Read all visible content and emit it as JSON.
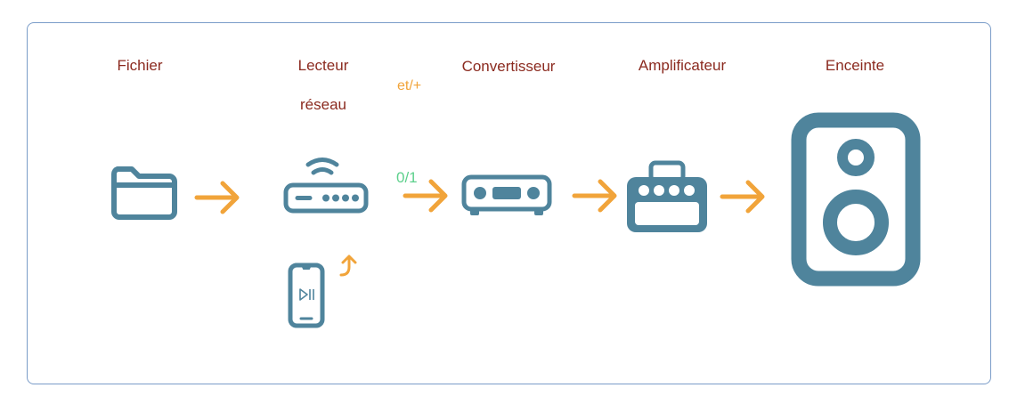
{
  "colors": {
    "device": "#4f849c",
    "arrow": "#f1a43a",
    "label": "#8b2a1f",
    "signal_note": "#5dd08c",
    "frame": "#7a9cc8"
  },
  "stages": [
    {
      "id": "fichier",
      "label": "Fichier",
      "icon": "folder-icon"
    },
    {
      "id": "lecteur-reseau",
      "label_line1": "Lecteur",
      "label_line2": "réseau",
      "icon": "wifi-router-icon"
    },
    {
      "id": "convertisseur",
      "label": "Convertisseur",
      "icon": "dac-icon"
    },
    {
      "id": "amplificateur",
      "label": "Amplificateur",
      "icon": "amplifier-icon"
    },
    {
      "id": "enceinte",
      "label": "Enceinte",
      "icon": "speaker-icon"
    }
  ],
  "notes": {
    "digital": "0/1",
    "analog": "et/+"
  },
  "remote": {
    "icon": "smartphone-play-pause-icon",
    "glyph": "▷II"
  }
}
